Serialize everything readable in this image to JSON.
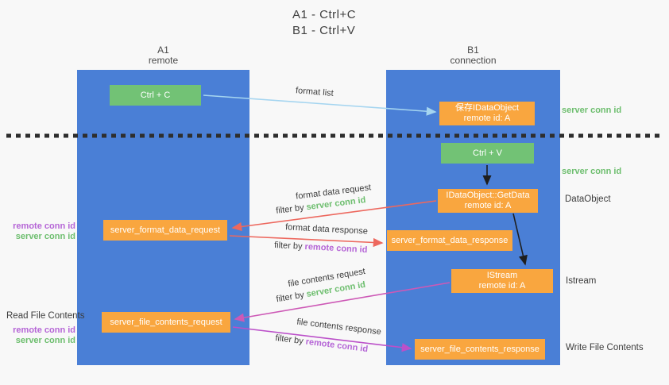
{
  "colors": {
    "column_blue": "#4a7fd6",
    "box_green": "#72c275",
    "box_orange": "#f9a63f",
    "arrow_red": "#ed685e",
    "arrow_lightblue": "#a5d5f0",
    "arrow_magenta_request": "#cd59b6",
    "arrow_magenta_response": "#bb50c9",
    "arrow_black": "#1e1e1e",
    "text_green": "#6dbe6e",
    "text_purple": "#b565d6",
    "text_dark": "#3c3c3c"
  },
  "title": {
    "line1": "A1 - Ctrl+C",
    "line2": "B1 - Ctrl+V"
  },
  "columns": {
    "left": {
      "name": "A1",
      "role": "remote"
    },
    "right": {
      "name": "B1",
      "role": "connection"
    }
  },
  "boxes": {
    "ctrl_c": "Ctrl + C",
    "ctrl_v": "Ctrl + V",
    "save_idataobject": {
      "line1": "保存IDataObject",
      "line2": "remote id: A"
    },
    "getdata": {
      "line1": "IDataObject::GetData",
      "line2": "remote id: A"
    },
    "istream": {
      "line1": "IStream",
      "line2": "remote id: A"
    },
    "server_format_data_request": "server_format_data_request",
    "server_format_data_response": "server_format_data_response",
    "server_file_contents_request": "server_file_contents_request",
    "server_file_contents_response": "server_file_contents_response"
  },
  "arrow_labels": {
    "format_list": "format list",
    "format_data_request": "format data request",
    "format_data_response": "format data response",
    "file_contents_request": "file contents request",
    "file_contents_response": "file contents response",
    "filter_by": "filter by",
    "server_conn_id": "server conn id",
    "remote_conn_id": "remote conn id"
  },
  "side_labels": {
    "server_conn_id_top": "server conn id",
    "server_conn_id_mid": "server conn id",
    "dataobject": "DataObject",
    "istream": "Istream",
    "write_file_contents": "Write File Contents",
    "read_file_contents": "Read File Contents",
    "remote_conn_id_left1": "remote conn id",
    "server_conn_id_left1": "server conn id",
    "remote_conn_id_left2": "remote conn id",
    "server_conn_id_left2": "server conn id"
  }
}
